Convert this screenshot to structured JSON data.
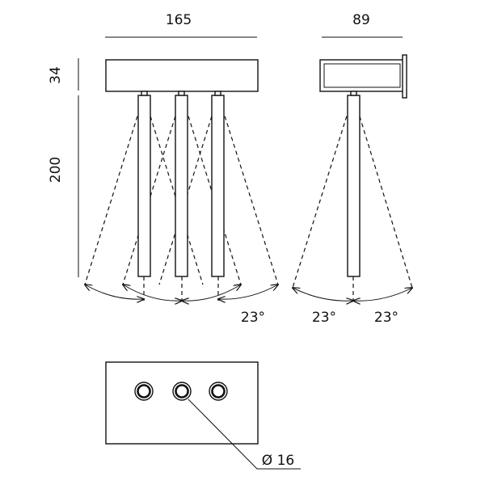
{
  "dimensions": {
    "width_front": "165",
    "width_side": "89",
    "height_canopy": "34",
    "height_pendant": "200",
    "angle_front": "23°",
    "angle_side_left": "23°",
    "angle_side_right": "23°",
    "diameter": "Ø 16"
  }
}
